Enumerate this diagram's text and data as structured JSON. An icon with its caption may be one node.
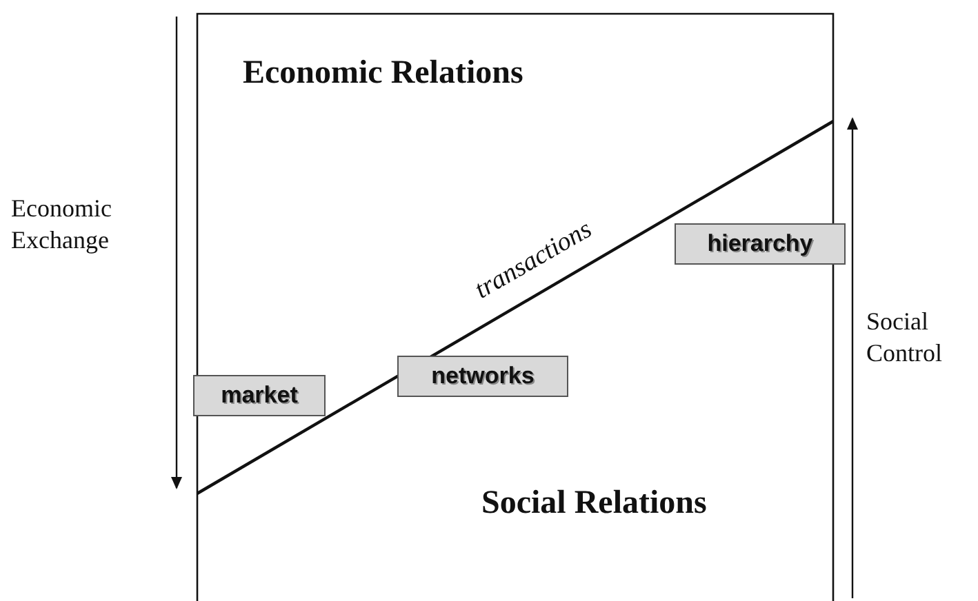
{
  "diagram": {
    "nodes": [
      {
        "text": [
          "market"
        ]
      },
      {
        "text": [
          "networks"
        ]
      },
      {
        "text": [
          "hierarchy"
        ]
      }
    ],
    "labels": [
      "Economic Relations",
      "Economic Exchange",
      "transactions",
      "Social Control",
      "Social Relations"
    ]
  }
}
